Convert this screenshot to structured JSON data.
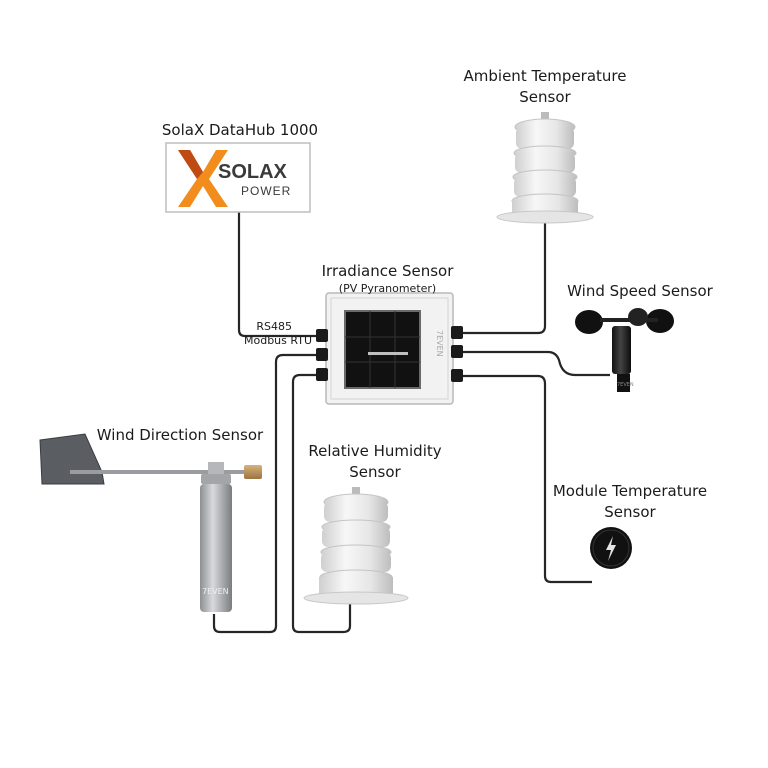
{
  "labels": {
    "datahub": "SolaX DataHub 1000",
    "ambient_line1": "Ambient Temperature",
    "ambient_line2": "Sensor",
    "irradiance": "Irradiance Sensor",
    "irradiance_sub": "(PV Pyranometer)",
    "wind_speed": "Wind Speed Sensor",
    "rs485": "RS485",
    "modbus": "Modbus RTU",
    "wind_direction": "Wind Direction Sensor",
    "humidity_line1": "Relative Humidity",
    "humidity_line2": "Sensor",
    "module_line1": "Module Temperature",
    "module_line2": "Sensor"
  },
  "logo": {
    "brand_text": "SOLAX",
    "sub_text": "POWER",
    "x_color": "#f28c1c",
    "x_color_dark": "#c04a14",
    "text_color": "#3a3a3a"
  },
  "device_mark": "7EVEN",
  "colors": {
    "wire": "#262626",
    "box": "#f2f2f2",
    "shield": "#ececec",
    "panel": "#111111"
  }
}
